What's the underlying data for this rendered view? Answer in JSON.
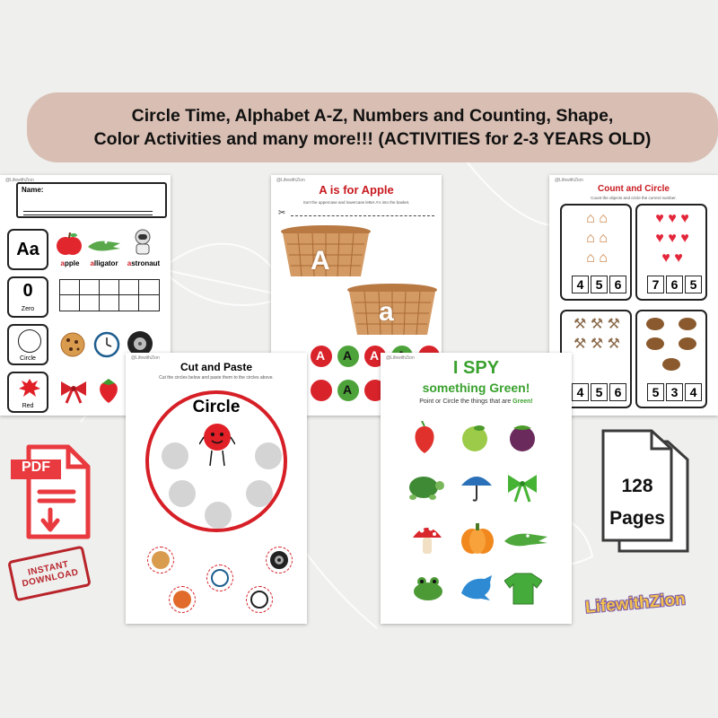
{
  "banner": {
    "line1": "Circle Time, Alphabet A-Z, Numbers and Counting, Shape,",
    "line2": "Color Activities and many more!!! (ACTIVITIES for 2-3 YEARS OLD)"
  },
  "brand_tag": "@LifewithZion",
  "alphabet_sheet": {
    "name_label": "Name:",
    "letter_card": "Aa",
    "words": [
      {
        "first": "a",
        "rest": "pple"
      },
      {
        "first": "a",
        "rest": "lligator"
      },
      {
        "first": "a",
        "rest": "stronaut"
      }
    ],
    "number": "0",
    "number_word": "Zero",
    "shape_word": "Circle",
    "color_word": "Red"
  },
  "apple_sheet": {
    "title": "A is for Apple",
    "instruction": "Sort the uppercase and lowercase letter A's into the basket.",
    "upper": "A",
    "lower": "a"
  },
  "count_sheet": {
    "title": "Count and Circle",
    "instruction": "Count the objects and circle the correct number.",
    "groups": [
      {
        "numbers": [
          "4",
          "5",
          "6"
        ]
      },
      {
        "numbers": [
          "7",
          "6",
          "5"
        ]
      },
      {
        "numbers": [
          "4",
          "5",
          "6"
        ]
      },
      {
        "numbers": [
          "5",
          "3",
          "4"
        ]
      }
    ]
  },
  "cut_sheet": {
    "title": "Cut and Paste",
    "instruction": "Cut the circles below and paste them to the circles above.",
    "shape_title": "Circle"
  },
  "spy_sheet": {
    "title1": "I SPY",
    "title2": "something Green!",
    "instruction_prefix": "Point or Circle the things that are ",
    "instruction_color": "Green!"
  },
  "pdf_badge": {
    "label": "PDF"
  },
  "stamp": {
    "line1": "INSTANT",
    "line2": "DOWNLOAD"
  },
  "pages_badge": {
    "count": "128",
    "label": "Pages"
  },
  "logo": {
    "text": "LifewithZion"
  },
  "colors": {
    "banner": "#d9bfb3",
    "title_red": "#c8191f",
    "title_green": "#3aa12e",
    "pdf_red": "#e83a3f"
  }
}
